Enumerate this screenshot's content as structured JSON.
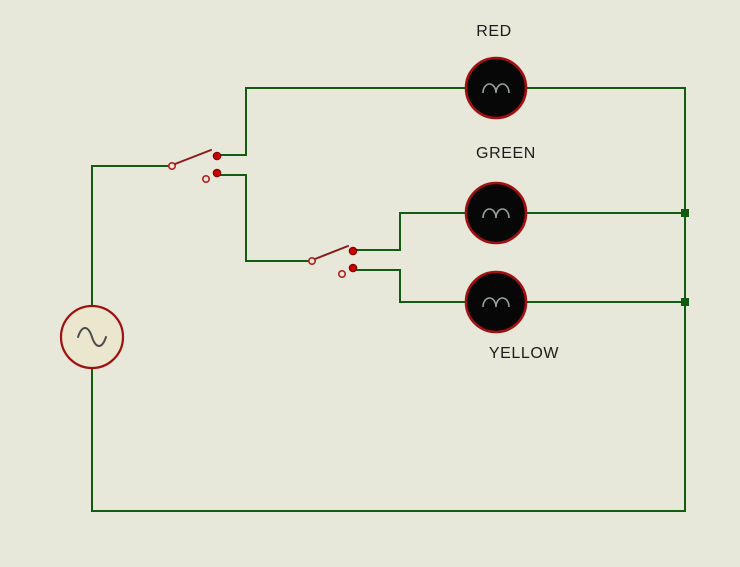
{
  "diagram": {
    "type": "circuit-schematic",
    "labels": {
      "red_lamp": "RED",
      "green_lamp": "GREEN",
      "yellow_lamp": "YELLOW"
    },
    "colors": {
      "background": "#e7e7da",
      "wire": "#125c12",
      "component_outline": "#a01010",
      "switch_dot": "#c40000",
      "lamp_fill": "#070707",
      "filament": "#98a0a0",
      "source_fill": "#ebe7cf",
      "label_text": "#1c1c1c"
    },
    "components": {
      "source_icon": "ac-sine-source-icon",
      "switch_icons": [
        "spdt-switch-icon",
        "spdt-switch-icon"
      ],
      "lamp_icons": [
        "lamp-icon",
        "lamp-icon",
        "lamp-icon"
      ]
    }
  }
}
